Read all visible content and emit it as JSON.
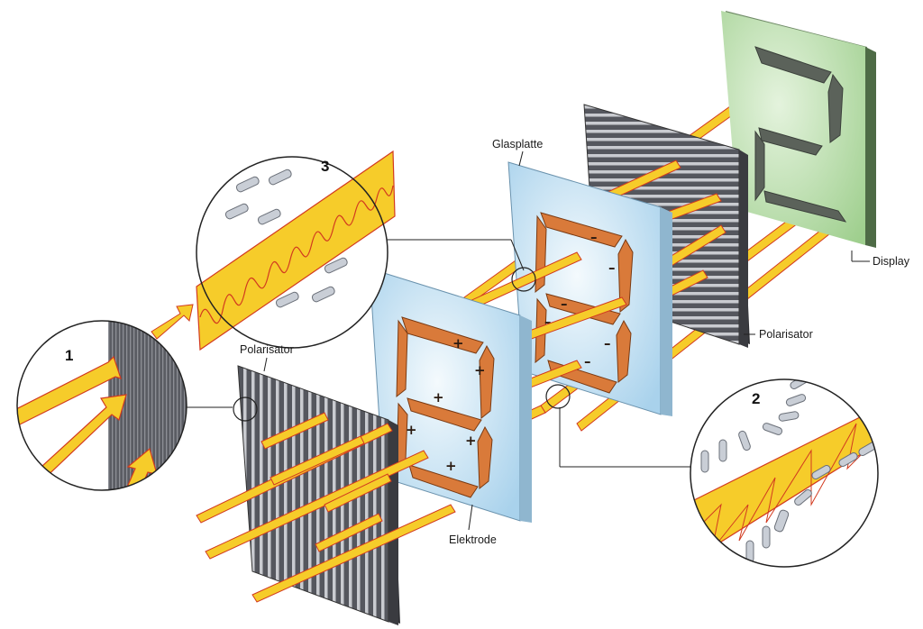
{
  "labels": {
    "polarizer_front": "Polarisator",
    "polarizer_back": "Polarisator",
    "glass_plate": "Glasplatte",
    "electrode": "Elektrode",
    "display": "Display"
  },
  "callouts": {
    "c1": "1",
    "c2": "2",
    "c3": "3"
  },
  "signs": {
    "plus": "+",
    "minus": "–"
  },
  "colors": {
    "light_beam": "#f6cc2a",
    "beam_outline": "#d23a1f",
    "glass": "#c9e3f3",
    "electrode": "#d97a3a",
    "polarizer": "#4d4f56",
    "display": "#b9dca6"
  }
}
